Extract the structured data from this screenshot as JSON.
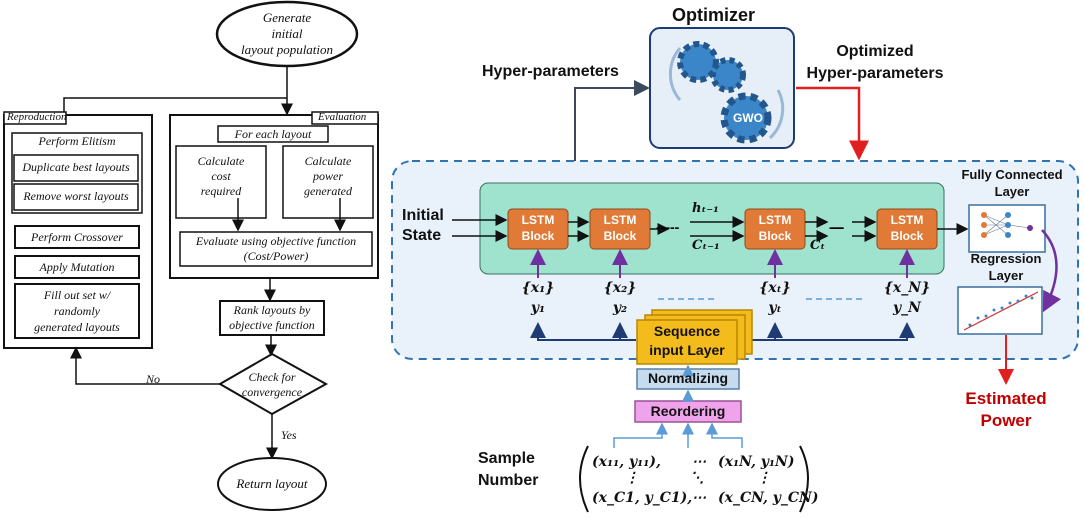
{
  "flowchart": {
    "start": [
      "Generate",
      "initial",
      "layout population"
    ],
    "reproduction_title": "Reproduction",
    "evaluation_title": "Evaluation",
    "perform_elitism": "Perform Elitism",
    "duplicate_best": "Duplicate best layouts",
    "remove_worst": "Remove worst layouts",
    "perform_crossover": "Perform Crossover",
    "apply_mutation": "Apply Mutation",
    "fill_out": [
      "Fill out set w/",
      "randomly",
      "generated layouts"
    ],
    "for_each": "For each layout",
    "calc_cost": [
      "Calculate",
      "cost",
      "required"
    ],
    "calc_power": [
      "Calculate",
      "power",
      "generated"
    ],
    "evaluate": [
      "Evaluate using objective function",
      "(Cost/Power)"
    ],
    "rank": [
      "Rank layouts by",
      "objective function"
    ],
    "check": [
      "Check for",
      "convergence"
    ],
    "no_label": "No",
    "yes_label": "Yes",
    "end": "Return layout"
  },
  "lstm": {
    "optimizer_title": "Optimizer",
    "gwo_label": "GWO",
    "hyper_params": "Hyper-parameters",
    "optimized_hp": [
      "Optimized",
      "Hyper-parameters"
    ],
    "initial_state": [
      "Initial",
      "State"
    ],
    "lstm_block": [
      "LSTM",
      "Block"
    ],
    "dashes": "-----",
    "fc_layer": [
      "Fully Connected",
      "Layer"
    ],
    "regression_layer": [
      "Regression",
      "Layer"
    ],
    "estimated_power": [
      "Estimated",
      "Power"
    ],
    "sequence_input": [
      "Sequence",
      "input Layer"
    ],
    "normalizing": "Normalizing",
    "reordering": "Reordering",
    "sample_number": [
      "Sample",
      "Number"
    ],
    "input_1": [
      "x₁",
      "y₁"
    ],
    "input_2": [
      "x₂",
      "y₂"
    ],
    "input_t": [
      "xₜ",
      "yₜ"
    ],
    "input_n": [
      "x_N",
      "y_N"
    ],
    "h_label": "hₜ₋₁",
    "c_label": "Cₜ₋₁",
    "ct_label": "Cₜ",
    "matrix_row1_left": "(x₁₁, y₁₁),",
    "matrix_row1_dots": "⋯",
    "matrix_row1_right": "(x₁N, y₁N)",
    "matrix_row2_left": "⋮",
    "matrix_row2_mid": "⋱",
    "matrix_row2_right": "⋮",
    "matrix_row3_left": "(x_C1, y_C1),",
    "matrix_row3_dots": "⋯",
    "matrix_row3_right": "(x_CN, y_CN)"
  },
  "colors": {
    "lstm_block": "#e07a36",
    "lstm_container": "#9fe3cf",
    "dashed_region": "#e9f1fa",
    "dashed_border": "#2e74b5",
    "optimizer_bg": "#e6eff8",
    "gear": "#3b86c8",
    "sequence_input": "#f4bb1c",
    "normalizing": "#c5dcef",
    "reordering": "#eea3ea",
    "estimated_power": "#c00000",
    "red_arrow": "#e02020",
    "purple_arrow": "#7030a0"
  }
}
